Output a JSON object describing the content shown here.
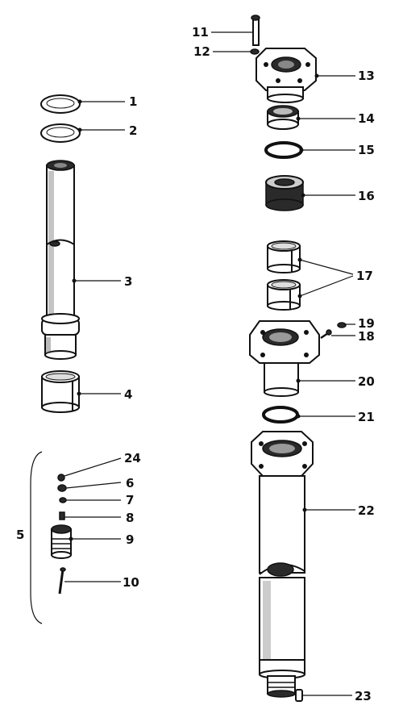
{
  "diagram": {
    "labels": [
      {
        "id": "1",
        "text": "1"
      },
      {
        "id": "2",
        "text": "2"
      },
      {
        "id": "3",
        "text": "3"
      },
      {
        "id": "4",
        "text": "4"
      },
      {
        "id": "5",
        "text": "5"
      },
      {
        "id": "6",
        "text": "6"
      },
      {
        "id": "7",
        "text": "7"
      },
      {
        "id": "8",
        "text": "8"
      },
      {
        "id": "9",
        "text": "9"
      },
      {
        "id": "10",
        "text": "10"
      },
      {
        "id": "11",
        "text": "11"
      },
      {
        "id": "12",
        "text": "12"
      },
      {
        "id": "13",
        "text": "13"
      },
      {
        "id": "14",
        "text": "14"
      },
      {
        "id": "15",
        "text": "15"
      },
      {
        "id": "16",
        "text": "16"
      },
      {
        "id": "17",
        "text": "17"
      },
      {
        "id": "18",
        "text": "18"
      },
      {
        "id": "19",
        "text": "19"
      },
      {
        "id": "20",
        "text": "20"
      },
      {
        "id": "21",
        "text": "21"
      },
      {
        "id": "22",
        "text": "22"
      },
      {
        "id": "23",
        "text": "23"
      },
      {
        "id": "24",
        "text": "24"
      }
    ]
  }
}
